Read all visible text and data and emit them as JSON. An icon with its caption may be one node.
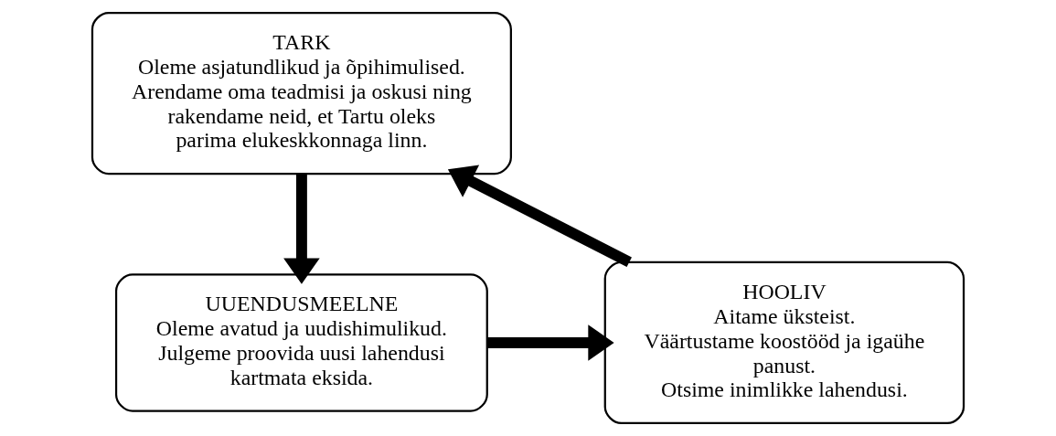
{
  "diagram": {
    "nodes": [
      {
        "text": [
          "TARK",
          "Oleme asjatundlikud ja õpihimulised. Arendame oma teadmisi ja oskusi ning rakendame neid, et Tartu oleks parima elukeskkonnaga linn."
        ]
      },
      {
        "text": [
          "UUENDUSMEELNE",
          "Oleme avatud ja uudishimulikud.",
          "Julgeme proovida uusi lahendusi kartmata eksida."
        ]
      },
      {
        "text": [
          "HOOLIV",
          "Aitame üksteist.",
          "Väärtustame koostööd ja igaühe panust.",
          "Otsime inimlikke lahendusi."
        ]
      }
    ],
    "edges": [
      {
        "from": 0,
        "to": 1,
        "arrow": "to"
      },
      {
        "from": 1,
        "to": 2,
        "arrow": "to"
      },
      {
        "from": 2,
        "to": 0,
        "arrow": "to"
      }
    ]
  }
}
